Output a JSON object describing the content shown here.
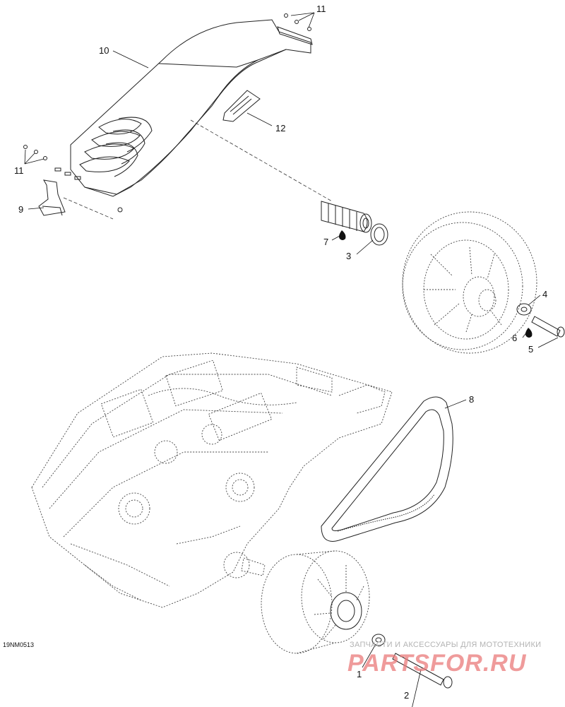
{
  "diagram_code": "19NM0513",
  "callouts": {
    "c1": "1",
    "c2": "2",
    "c3": "3",
    "c4": "4",
    "c5": "5",
    "c6": "6",
    "c7": "7",
    "c8": "8",
    "c9": "9",
    "c10": "10",
    "c11_top": "11",
    "c11_left": "11",
    "c12": "12"
  },
  "watermark": {
    "caption": "ЗАПЧАСТИ И АКСЕССУАРЫ ДЛЯ МОТОТЕХНИКИ",
    "logo": "PARTSFOR.RU"
  }
}
